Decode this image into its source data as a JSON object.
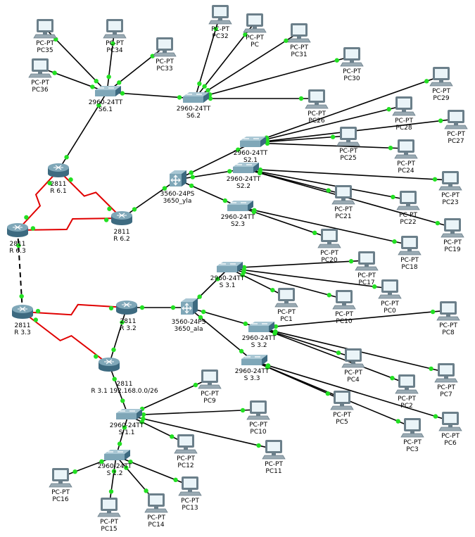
{
  "colors": {
    "ethernet": "#000000",
    "serial": "#e00000",
    "port_up": "#22e022",
    "device_body": "#7fa7b8",
    "device_dark": "#3d6a80",
    "monitor_frame": "#6b7f8a",
    "monitor_screen": "#eaf4f8"
  },
  "devices": [
    {
      "id": "pc35",
      "kind": "pc",
      "icon": "pc-icon",
      "line1": "PC-PT",
      "line2": "PC35"
    },
    {
      "id": "pc34",
      "kind": "pc",
      "icon": "pc-icon",
      "line1": "PC-PT",
      "line2": "PC34"
    },
    {
      "id": "pc33",
      "kind": "pc",
      "icon": "pc-icon",
      "line1": "PC-PT",
      "line2": "PC33"
    },
    {
      "id": "pc36",
      "kind": "pc",
      "icon": "pc-icon",
      "line1": "PC-PT",
      "line2": "PC36"
    },
    {
      "id": "pc32",
      "kind": "pc",
      "icon": "pc-icon",
      "line1": "PC-PT",
      "line2": "PC32"
    },
    {
      "id": "pc",
      "kind": "pc",
      "icon": "pc-icon",
      "line1": "PC-PT",
      "line2": "PC"
    },
    {
      "id": "pc31",
      "kind": "pc",
      "icon": "pc-icon",
      "line1": "PC-PT",
      "line2": "PC31"
    },
    {
      "id": "pc30",
      "kind": "pc",
      "icon": "pc-icon",
      "line1": "PC-PT",
      "line2": "PC30"
    },
    {
      "id": "pc29",
      "kind": "pc",
      "icon": "pc-icon",
      "line1": "PC-PT",
      "line2": "PC29"
    },
    {
      "id": "pc26",
      "kind": "pc",
      "icon": "pc-icon",
      "line1": "PC-PT",
      "line2": "PC26"
    },
    {
      "id": "pc28",
      "kind": "pc",
      "icon": "pc-icon",
      "line1": "PC-PT",
      "line2": "PC28"
    },
    {
      "id": "pc27",
      "kind": "pc",
      "icon": "pc-icon",
      "line1": "PC-PT",
      "line2": "PC27"
    },
    {
      "id": "pc25",
      "kind": "pc",
      "icon": "pc-icon",
      "line1": "PC-PT",
      "line2": "PC25"
    },
    {
      "id": "pc24",
      "kind": "pc",
      "icon": "pc-icon",
      "line1": "PC-PT",
      "line2": "PC24"
    },
    {
      "id": "pc23",
      "kind": "pc",
      "icon": "pc-icon",
      "line1": "PC-PT",
      "line2": "PC23"
    },
    {
      "id": "pc21",
      "kind": "pc",
      "icon": "pc-icon",
      "line1": "PC-PT",
      "line2": "PC21"
    },
    {
      "id": "pc22",
      "kind": "pc",
      "icon": "pc-icon",
      "line1": "PC-PT",
      "line2": "PC22"
    },
    {
      "id": "pc19",
      "kind": "pc",
      "icon": "pc-icon",
      "line1": "PC-PT",
      "line2": "PC19"
    },
    {
      "id": "pc20",
      "kind": "pc",
      "icon": "pc-icon",
      "line1": "PC-PT",
      "line2": "PC20"
    },
    {
      "id": "pc18",
      "kind": "pc",
      "icon": "pc-icon",
      "line1": "PC-PT",
      "line2": "PC18"
    },
    {
      "id": "pc17",
      "kind": "pc",
      "icon": "pc-icon",
      "line1": "PC-PT",
      "line2": "PC17"
    },
    {
      "id": "pc0",
      "kind": "pc",
      "icon": "pc-icon",
      "line1": "PC-PT",
      "line2": "PC0"
    },
    {
      "id": "pc1",
      "kind": "pc",
      "icon": "pc-icon",
      "line1": "PC-PT",
      "line2": "PC1"
    },
    {
      "id": "pc10b",
      "kind": "pc",
      "icon": "pc-icon",
      "line1": "PC-PT",
      "line2": "PC10"
    },
    {
      "id": "pc8",
      "kind": "pc",
      "icon": "pc-icon",
      "line1": "PC-PT",
      "line2": "PC8"
    },
    {
      "id": "pc4",
      "kind": "pc",
      "icon": "pc-icon",
      "line1": "PC-PT",
      "line2": "PC4"
    },
    {
      "id": "pc7",
      "kind": "pc",
      "icon": "pc-icon",
      "line1": "PC-PT",
      "line2": "PC7"
    },
    {
      "id": "pc2",
      "kind": "pc",
      "icon": "pc-icon",
      "line1": "PC-PT",
      "line2": "PC2"
    },
    {
      "id": "pc5",
      "kind": "pc",
      "icon": "pc-icon",
      "line1": "PC-PT",
      "line2": "PC5"
    },
    {
      "id": "pc3",
      "kind": "pc",
      "icon": "pc-icon",
      "line1": "PC-PT",
      "line2": "PC3"
    },
    {
      "id": "pc6",
      "kind": "pc",
      "icon": "pc-icon",
      "line1": "PC-PT",
      "line2": "PC6"
    },
    {
      "id": "pc9",
      "kind": "pc",
      "icon": "pc-icon",
      "line1": "PC-PT",
      "line2": "PC9"
    },
    {
      "id": "pc10",
      "kind": "pc",
      "icon": "pc-icon",
      "line1": "PC-PT",
      "line2": "PC10"
    },
    {
      "id": "pc11",
      "kind": "pc",
      "icon": "pc-icon",
      "line1": "PC-PT",
      "line2": "PC11"
    },
    {
      "id": "pc12",
      "kind": "pc",
      "icon": "pc-icon",
      "line1": "PC-PT",
      "line2": "PC12"
    },
    {
      "id": "pc13",
      "kind": "pc",
      "icon": "pc-icon",
      "line1": "PC-PT",
      "line2": "PC13"
    },
    {
      "id": "pc14",
      "kind": "pc",
      "icon": "pc-icon",
      "line1": "PC-PT",
      "line2": "PC14"
    },
    {
      "id": "pc15",
      "kind": "pc",
      "icon": "pc-icon",
      "line1": "PC-PT",
      "line2": "PC15"
    },
    {
      "id": "pc16",
      "kind": "pc",
      "icon": "pc-icon",
      "line1": "PC-PT",
      "line2": "PC16"
    },
    {
      "id": "s61",
      "kind": "switch",
      "icon": "switch-icon",
      "line1": "2960-24TT",
      "line2": "S6.1"
    },
    {
      "id": "s62",
      "kind": "switch",
      "icon": "switch-icon",
      "line1": "2960-24TT",
      "line2": "S6.2"
    },
    {
      "id": "s21",
      "kind": "switch",
      "icon": "switch-icon",
      "line1": "2960-24TT",
      "line2": "S2.1"
    },
    {
      "id": "s22",
      "kind": "switch",
      "icon": "switch-icon",
      "line1": "2960-24TT",
      "line2": "S2.2"
    },
    {
      "id": "s23",
      "kind": "switch",
      "icon": "switch-icon",
      "line1": "2960-24TT",
      "line2": "S2.3"
    },
    {
      "id": "s31",
      "kind": "switch",
      "icon": "switch-icon",
      "line1": "2960-24TT",
      "line2": "S 3.1"
    },
    {
      "id": "s32",
      "kind": "switch",
      "icon": "switch-icon",
      "line1": "2960-24TT",
      "line2": "S 3.2"
    },
    {
      "id": "s33",
      "kind": "switch",
      "icon": "switch-icon",
      "line1": "2960-24TT",
      "line2": "S 3.3"
    },
    {
      "id": "s11",
      "kind": "switch",
      "icon": "switch-icon",
      "line1": "2960-24TT",
      "line2": "S 1.1"
    },
    {
      "id": "s12",
      "kind": "switch",
      "icon": "switch-icon",
      "line1": "2960-24TT",
      "line2": "S 1.2"
    },
    {
      "id": "ml_yla",
      "kind": "mlswitch",
      "icon": "multilayer-switch-icon",
      "line1": "3560-24PS",
      "line2": "3650_yla"
    },
    {
      "id": "ml_ala",
      "kind": "mlswitch",
      "icon": "multilayer-switch-icon",
      "line1": "3560-24PS",
      "line2": "3650_ala"
    },
    {
      "id": "r61",
      "kind": "router",
      "icon": "router-icon",
      "line1": "2811",
      "line2": "R 6.1"
    },
    {
      "id": "r62",
      "kind": "router",
      "icon": "router-icon",
      "line1": "2811",
      "line2": "R 6.2"
    },
    {
      "id": "r63",
      "kind": "router",
      "icon": "router-icon",
      "line1": "2811",
      "line2": "R 6.3"
    },
    {
      "id": "r33",
      "kind": "router",
      "icon": "router-icon",
      "line1": "2811",
      "line2": "R 3.3"
    },
    {
      "id": "r32",
      "kind": "router",
      "icon": "router-icon",
      "line1": "2811",
      "line2": "R 3.2"
    },
    {
      "id": "r31",
      "kind": "router",
      "icon": "router-icon",
      "line1": "2811",
      "line2": "R 3.1 192.168.0.0/26"
    }
  ],
  "links": [
    {
      "a": "pc35",
      "b": "s61",
      "type": "ethernet"
    },
    {
      "a": "pc34",
      "b": "s61",
      "type": "ethernet"
    },
    {
      "a": "pc33",
      "b": "s61",
      "type": "ethernet"
    },
    {
      "a": "pc36",
      "b": "s61",
      "type": "ethernet"
    },
    {
      "a": "s61",
      "b": "s62",
      "type": "ethernet"
    },
    {
      "a": "s61",
      "b": "r61",
      "type": "ethernet"
    },
    {
      "a": "pc32",
      "b": "s62",
      "type": "ethernet"
    },
    {
      "a": "pc",
      "b": "s62",
      "type": "ethernet"
    },
    {
      "a": "pc31",
      "b": "s62",
      "type": "ethernet"
    },
    {
      "a": "pc30",
      "b": "s62",
      "type": "ethernet"
    },
    {
      "a": "pc26",
      "b": "s62",
      "type": "ethernet"
    },
    {
      "a": "pc29",
      "b": "s21",
      "type": "ethernet"
    },
    {
      "a": "pc28",
      "b": "s21",
      "type": "ethernet"
    },
    {
      "a": "pc27",
      "b": "s21",
      "type": "ethernet"
    },
    {
      "a": "pc25",
      "b": "s21",
      "type": "ethernet"
    },
    {
      "a": "pc24",
      "b": "s21",
      "type": "ethernet"
    },
    {
      "a": "ml_yla",
      "b": "s21",
      "type": "ethernet"
    },
    {
      "a": "ml_yla",
      "b": "s22",
      "type": "ethernet"
    },
    {
      "a": "ml_yla",
      "b": "s23",
      "type": "ethernet"
    },
    {
      "a": "r62",
      "b": "ml_yla",
      "type": "ethernet"
    },
    {
      "a": "pc23",
      "b": "s22",
      "type": "ethernet"
    },
    {
      "a": "pc21",
      "b": "s22",
      "type": "ethernet"
    },
    {
      "a": "pc22",
      "b": "s22",
      "type": "ethernet"
    },
    {
      "a": "pc19",
      "b": "s22",
      "type": "ethernet"
    },
    {
      "a": "pc20",
      "b": "s23",
      "type": "ethernet"
    },
    {
      "a": "pc18",
      "b": "s23",
      "type": "ethernet"
    },
    {
      "a": "r61",
      "b": "r63",
      "type": "serial"
    },
    {
      "a": "r61",
      "b": "r62",
      "type": "serial"
    },
    {
      "a": "r63",
      "b": "r62",
      "type": "serial"
    },
    {
      "a": "r63",
      "b": "r33",
      "type": "dashed"
    },
    {
      "a": "r33",
      "b": "r32",
      "type": "serial"
    },
    {
      "a": "r33",
      "b": "r31",
      "type": "serial"
    },
    {
      "a": "r32",
      "b": "r31",
      "type": "ethernet"
    },
    {
      "a": "r32",
      "b": "ml_ala",
      "type": "ethernet"
    },
    {
      "a": "ml_ala",
      "b": "s31",
      "type": "ethernet"
    },
    {
      "a": "ml_ala",
      "b": "s32",
      "type": "ethernet"
    },
    {
      "a": "ml_ala",
      "b": "s33",
      "type": "ethernet"
    },
    {
      "a": "pc17",
      "b": "s31",
      "type": "ethernet"
    },
    {
      "a": "pc0",
      "b": "s31",
      "type": "ethernet"
    },
    {
      "a": "pc1",
      "b": "s31",
      "type": "ethernet"
    },
    {
      "a": "pc10b",
      "b": "s31",
      "type": "ethernet"
    },
    {
      "a": "pc8",
      "b": "s32",
      "type": "ethernet"
    },
    {
      "a": "pc4",
      "b": "s32",
      "type": "ethernet"
    },
    {
      "a": "pc7",
      "b": "s32",
      "type": "ethernet"
    },
    {
      "a": "pc2",
      "b": "s32",
      "type": "ethernet"
    },
    {
      "a": "pc5",
      "b": "s33",
      "type": "ethernet"
    },
    {
      "a": "pc3",
      "b": "s33",
      "type": "ethernet"
    },
    {
      "a": "pc6",
      "b": "s33",
      "type": "ethernet"
    },
    {
      "a": "r31",
      "b": "s11",
      "type": "ethernet"
    },
    {
      "a": "pc9",
      "b": "s11",
      "type": "ethernet"
    },
    {
      "a": "pc10",
      "b": "s11",
      "type": "ethernet"
    },
    {
      "a": "pc11",
      "b": "s11",
      "type": "ethernet"
    },
    {
      "a": "pc12",
      "b": "s11",
      "type": "ethernet"
    },
    {
      "a": "s11",
      "b": "s12",
      "type": "ethernet"
    },
    {
      "a": "pc13",
      "b": "s12",
      "type": "ethernet"
    },
    {
      "a": "pc14",
      "b": "s12",
      "type": "ethernet"
    },
    {
      "a": "pc15",
      "b": "s12",
      "type": "ethernet"
    },
    {
      "a": "pc16",
      "b": "s12",
      "type": "ethernet"
    }
  ]
}
